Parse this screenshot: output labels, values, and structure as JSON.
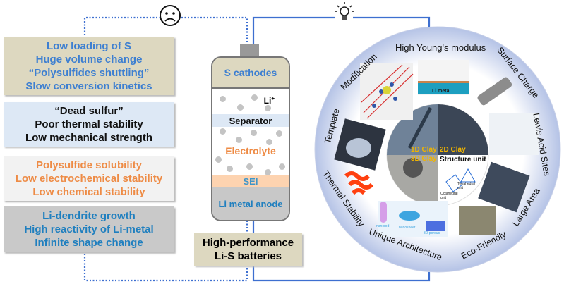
{
  "problems": [
    {
      "lines": [
        "Low  loading of S",
        "Huge volume change",
        "“Polysulfides shuttling”",
        "Slow conversion kinetics"
      ],
      "color": "#3d7fd1",
      "bg": "#ddd8c0"
    },
    {
      "lines": [
        "“Dead sulfur”",
        "Poor thermal  stability",
        "Low mechanical  strength"
      ],
      "color": "#111111",
      "bg": "#dde8f5"
    },
    {
      "lines": [
        "Polysulfide solubility",
        "Low electrochemical  stability",
        "Low chemical stability"
      ],
      "color": "#ee8b45",
      "bg": "#f2f2f2"
    },
    {
      "lines": [
        "Li-dendrite growth",
        "High reactivity of Li-metal",
        "Infinite shape change"
      ],
      "color": "#1f7fbf",
      "bg": "#c9c9c9"
    }
  ],
  "battery": {
    "cathode": "S cathodes",
    "ion": "Li",
    "ion_charge": "+",
    "separator": "Separator",
    "electrolyte": "Electrolyte",
    "sei": "SEI",
    "anode": "Li metal anode"
  },
  "result": {
    "line1": "High-performance",
    "line2": "Li-S batteries"
  },
  "icons": {
    "sad": "sad-face-icon",
    "idea": "lightbulb-icon"
  },
  "wheel": {
    "labels": [
      "High Young's modulus",
      "Surface Charge",
      "Lewis Acid Sites",
      "Large Area",
      "Eco-Friendly",
      "Unique Architecture",
      "Thermal Stability",
      "Template",
      "Modification"
    ],
    "li_metal": "Li metal",
    "clay_1d": "1D Clay",
    "clay_2d": "2D Clay",
    "clay_3d": "3D Clay",
    "structure_unit": "Structure unit",
    "tetrahedral": "Tetrahedral unit",
    "octahedral": "Octahedral unit",
    "nanorod": "nanorod",
    "nanosheet": "nanosheet",
    "porous": "3D porous"
  }
}
